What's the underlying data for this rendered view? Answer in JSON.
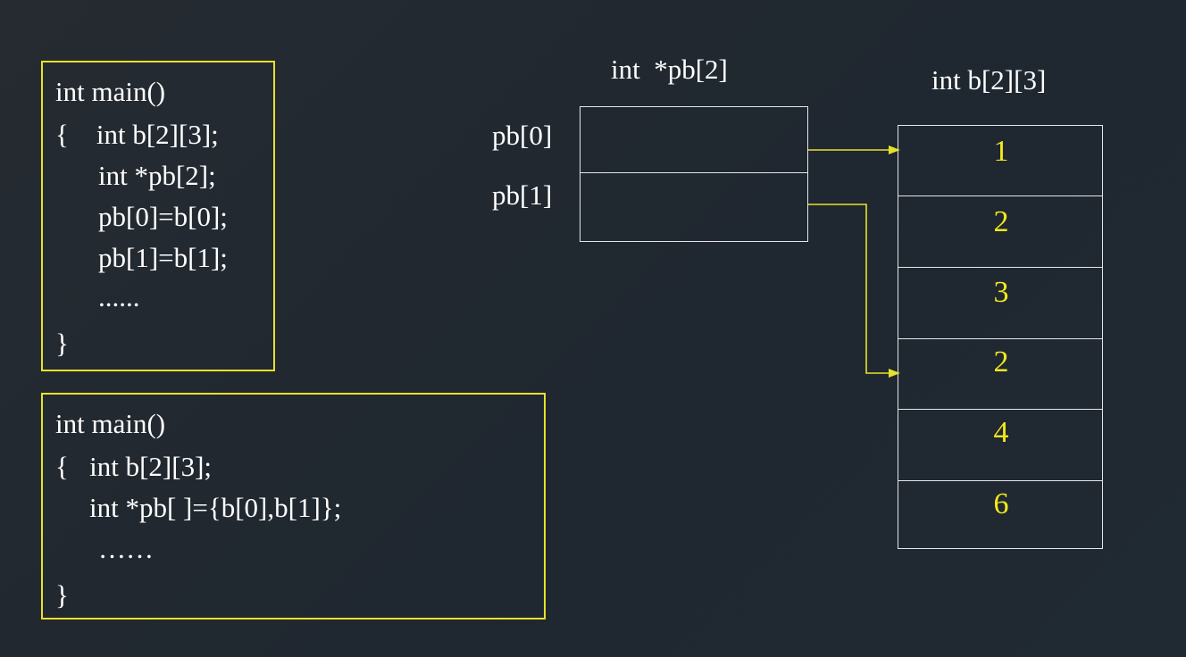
{
  "code1": [
    "int main()",
    "{    int b[2][3];",
    "int *pb[2];",
    "pb[0]=b[0];",
    "pb[1]=b[1];",
    "......",
    "}"
  ],
  "code2": [
    "int main()",
    "{   int b[2][3];",
    "int *pb[ ]={b[0],b[1]};",
    "……",
    "}"
  ],
  "pointer_array": {
    "title": "int  *pb[2]",
    "labels": [
      "pb[0]",
      "pb[1]"
    ]
  },
  "matrix": {
    "title": "int b[2][3]",
    "values": [
      "1",
      "2",
      "3",
      "2",
      "4",
      "6"
    ]
  },
  "colors": {
    "highlight": "#e8e12a",
    "value_text": "#f2e81c",
    "border": "#e6e6e6"
  }
}
